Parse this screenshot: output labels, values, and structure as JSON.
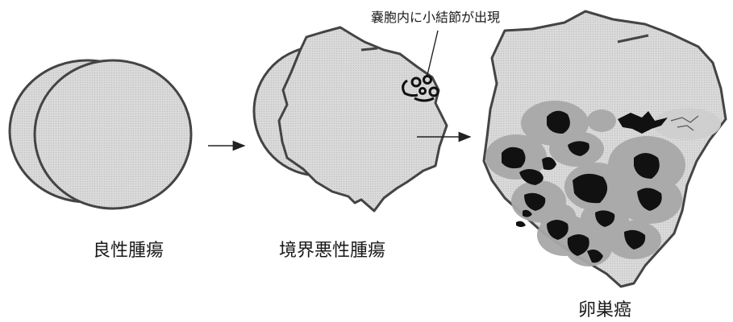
{
  "stages": [
    {
      "label": "良性腫瘍"
    },
    {
      "label": "境界悪性腫瘍"
    },
    {
      "label": "卵巣癌"
    }
  ],
  "callout": {
    "label": "嚢胞内に小結節が出現"
  },
  "colors": {
    "fill": "#dcdcdc",
    "outline": "#444444",
    "halo": "#a9a9a9",
    "halo_dark": "#8c8c8c",
    "nucleus": "#111111",
    "arrow": "#222222"
  }
}
